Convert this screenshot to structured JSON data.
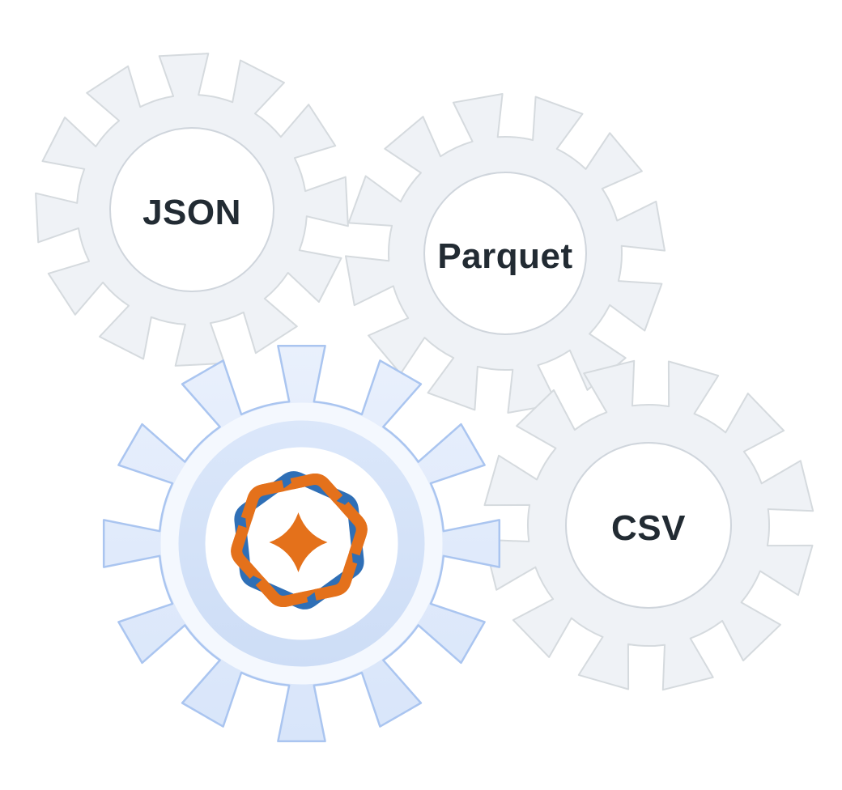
{
  "illustration": {
    "description": "interlocking-gears-data-formats",
    "gears": [
      {
        "label": "JSON"
      },
      {
        "label": "Parquet"
      },
      {
        "label": "CSV"
      }
    ],
    "center_gear": {
      "logo": "hexagon-sparkle-logo"
    }
  },
  "colors": {
    "background": "#ffffff",
    "gray_gear_fill": "#eff2f6",
    "gray_gear_stroke": "#d5dade",
    "hole_fill": "#ffffff",
    "hole_stroke": "#cfd5dc",
    "label_text": "#222b33",
    "blue_gear_fill_top": "#e9f0fc",
    "blue_gear_fill_bottom": "#d8e5fa",
    "blue_gear_stroke": "#aac5f0",
    "ring_light": "#f4f8fe",
    "ring_blue_top": "#dbe7fa",
    "ring_blue_bottom": "#cdddf6",
    "center_circle": "#ffffff",
    "logo_blue": "#2f6fb6",
    "logo_orange": "#e4711b"
  }
}
